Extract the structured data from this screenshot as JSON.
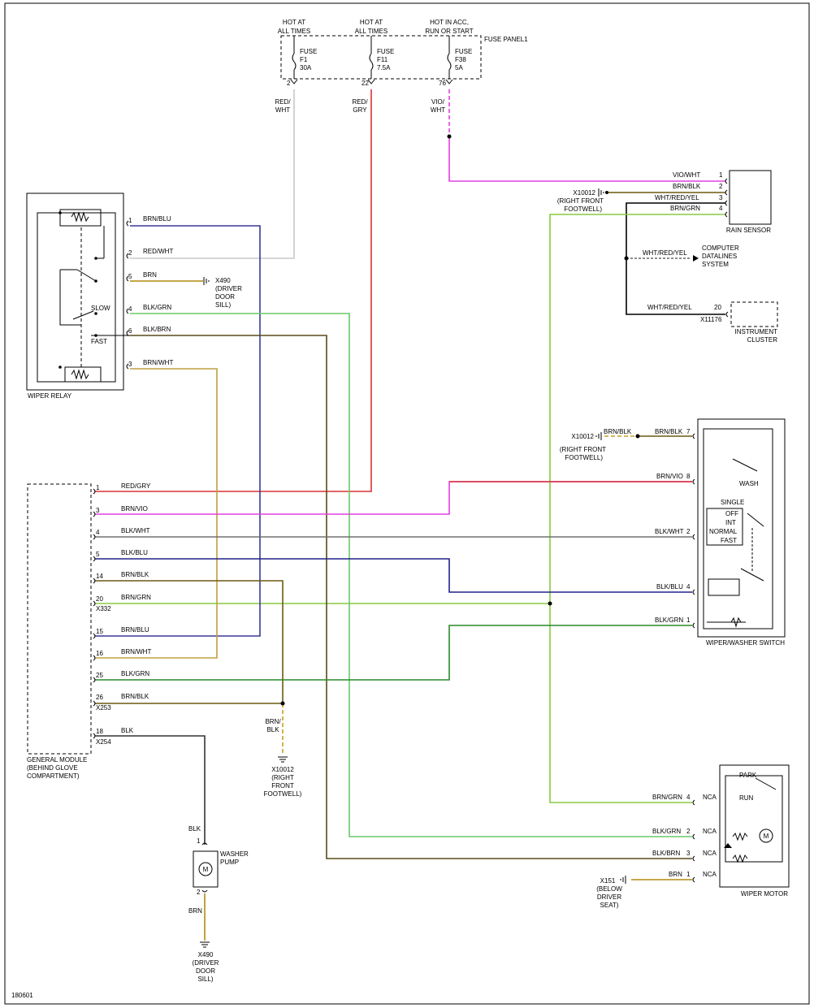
{
  "diagram_id": "180601",
  "colors": {
    "red_wht": "#c8c8c8",
    "red_gry": "#d93333",
    "vio_wht": "#e040e0",
    "brn_blk": "#6b5a10",
    "brn": "#b08a10",
    "brn_blk_dash": "#c8a020",
    "brn_blu": "#3a3a9a",
    "brn_wht": "#c0a040",
    "blk_grn": "#2a8a2a",
    "blk_brn": "#5a4a1a",
    "brn_grn": "#8ac840",
    "blk_wht": "#707070",
    "blk_blu": "#22228a",
    "blk": "#333333",
    "wht_red_yel": "#000000"
  },
  "fuse_panel": {
    "title": "FUSE PANEL1",
    "sources": [
      {
        "label_1": "HOT AT",
        "label_2": "ALL TIMES"
      },
      {
        "label_1": "HOT AT",
        "label_2": "ALL TIMES"
      },
      {
        "label_1": "HOT IN ACC,",
        "label_2": "RUN OR START"
      }
    ],
    "fuses": [
      {
        "l1": "FUSE",
        "l2": "F1",
        "l3": "30A",
        "pin": "2"
      },
      {
        "l1": "FUSE",
        "l2": "F11",
        "l3": "7.5A",
        "pin": "22"
      },
      {
        "l1": "FUSE",
        "l2": "F38",
        "l3": "5A",
        "pin": "76"
      }
    ],
    "wires": [
      {
        "l1": "RED/",
        "l2": "WHT"
      },
      {
        "l1": "RED/",
        "l2": "GRY"
      },
      {
        "l1": "VIO/",
        "l2": "WHT"
      }
    ]
  },
  "wiper_relay": {
    "title": "WIPER RELAY",
    "slow": "SLOW",
    "fast": "FAST",
    "pins": [
      {
        "pin": "1",
        "wire": "BRN/BLU"
      },
      {
        "pin": "2",
        "wire": "RED/WHT"
      },
      {
        "pin": "5",
        "wire": "BRN"
      },
      {
        "pin": "4",
        "wire": "BLK/GRN"
      },
      {
        "pin": "6",
        "wire": "BLK/BRN"
      },
      {
        "pin": "3",
        "wire": "BRN/WHT"
      }
    ],
    "ground": {
      "l1": "X490",
      "l2": "(DRIVER",
      "l3": "DOOR",
      "l4": "SILL)"
    }
  },
  "rain_sensor": {
    "title": "RAIN SENSOR",
    "splice": {
      "l1": "X10012",
      "l2": "(RIGHT FRONT",
      "l3": "FOOTWELL)"
    },
    "pins": [
      {
        "wire": "VIO/WHT",
        "pin": "1"
      },
      {
        "wire": "BRN/BLK",
        "pin": "2"
      },
      {
        "wire": "WHT/RED/YEL",
        "pin": "3"
      },
      {
        "wire": "BRN/GRN",
        "pin": "4"
      }
    ]
  },
  "datalines": {
    "wire": "WHT/RED/YEL",
    "l1": "COMPUTER",
    "l2": "DATALINES",
    "l3": "SYSTEM"
  },
  "instrument_cluster": {
    "wire": "WHT/RED/YEL",
    "pin": "20",
    "connector": "X11176",
    "l1": "INSTRUMENT",
    "l2": "CLUSTER"
  },
  "washer_switch": {
    "title": "WIPER/WASHER SWITCH",
    "splice": {
      "l1": "X10012",
      "l2": "(RIGHT FRONT",
      "l3": "FOOTWELL)",
      "wire": "BRN/BLK"
    },
    "pins": [
      {
        "wire": "BRN/BLK",
        "pin": "7"
      },
      {
        "wire": "BRN/VIO",
        "pin": "8"
      },
      {
        "wire": "BLK/WHT",
        "pin": "2"
      },
      {
        "wire": "BLK/BLU",
        "pin": "4"
      },
      {
        "wire": "BLK/GRN",
        "pin": "1"
      }
    ],
    "positions": {
      "wash": "WASH",
      "single": "SINGLE",
      "off": "OFF",
      "int": "INT",
      "normal": "NORMAL",
      "fast": "FAST"
    }
  },
  "general_module": {
    "l1": "GENERAL MODULE",
    "l2": "(BEHIND GLOVE",
    "l3": "COMPARTMENT)",
    "pins": [
      {
        "pin": "1",
        "wire": "RED/GRY"
      },
      {
        "pin": "3",
        "wire": "BRN/VIO"
      },
      {
        "pin": "4",
        "wire": "BLK/WHT"
      },
      {
        "pin": "5",
        "wire": "BLK/BLU"
      },
      {
        "pin": "14",
        "wire": "BRN/BLK"
      },
      {
        "pin": "20",
        "wire": "BRN/GRN",
        "connector": "X332"
      },
      {
        "pin": "15",
        "wire": "BRN/BLU"
      },
      {
        "pin": "16",
        "wire": "BRN/WHT"
      },
      {
        "pin": "25",
        "wire": "BLK/GRN"
      },
      {
        "pin": "26",
        "wire": "BRN/BLK",
        "connector": "X253"
      },
      {
        "pin": "18",
        "wire": "BLK",
        "connector": "X254"
      }
    ],
    "splice_wire": {
      "l1": "BRN/",
      "l2": "BLK"
    },
    "splice": {
      "l1": "X10012",
      "l2": "(RIGHT",
      "l3": "FRONT",
      "l4": "FOOTWELL)"
    }
  },
  "washer_pump": {
    "l1": "WASHER",
    "l2": "PUMP",
    "motor": "M",
    "wire_in": "BLK",
    "wire_out": "BRN",
    "pin_in": "1",
    "pin_out": "2",
    "ground": {
      "l1": "X490",
      "l2": "(DRIVER",
      "l3": "DOOR",
      "l4": "SILL)"
    }
  },
  "wiper_motor": {
    "title": "WIPER MOTOR",
    "park": "PARK",
    "run": "RUN",
    "motor": "M",
    "pins": [
      {
        "wire": "BRN/GRN",
        "pin": "4",
        "nca": "NCA"
      },
      {
        "wire": "BLK/GRN",
        "pin": "2",
        "nca": "NCA"
      },
      {
        "wire": "BLK/BRN",
        "pin": "3",
        "nca": "NCA"
      },
      {
        "wire": "BRN",
        "pin": "1",
        "nca": "NCA"
      }
    ],
    "ground": {
      "l1": "X151",
      "l2": "(BELOW",
      "l3": "DRIVER",
      "l4": "SEAT)"
    }
  }
}
